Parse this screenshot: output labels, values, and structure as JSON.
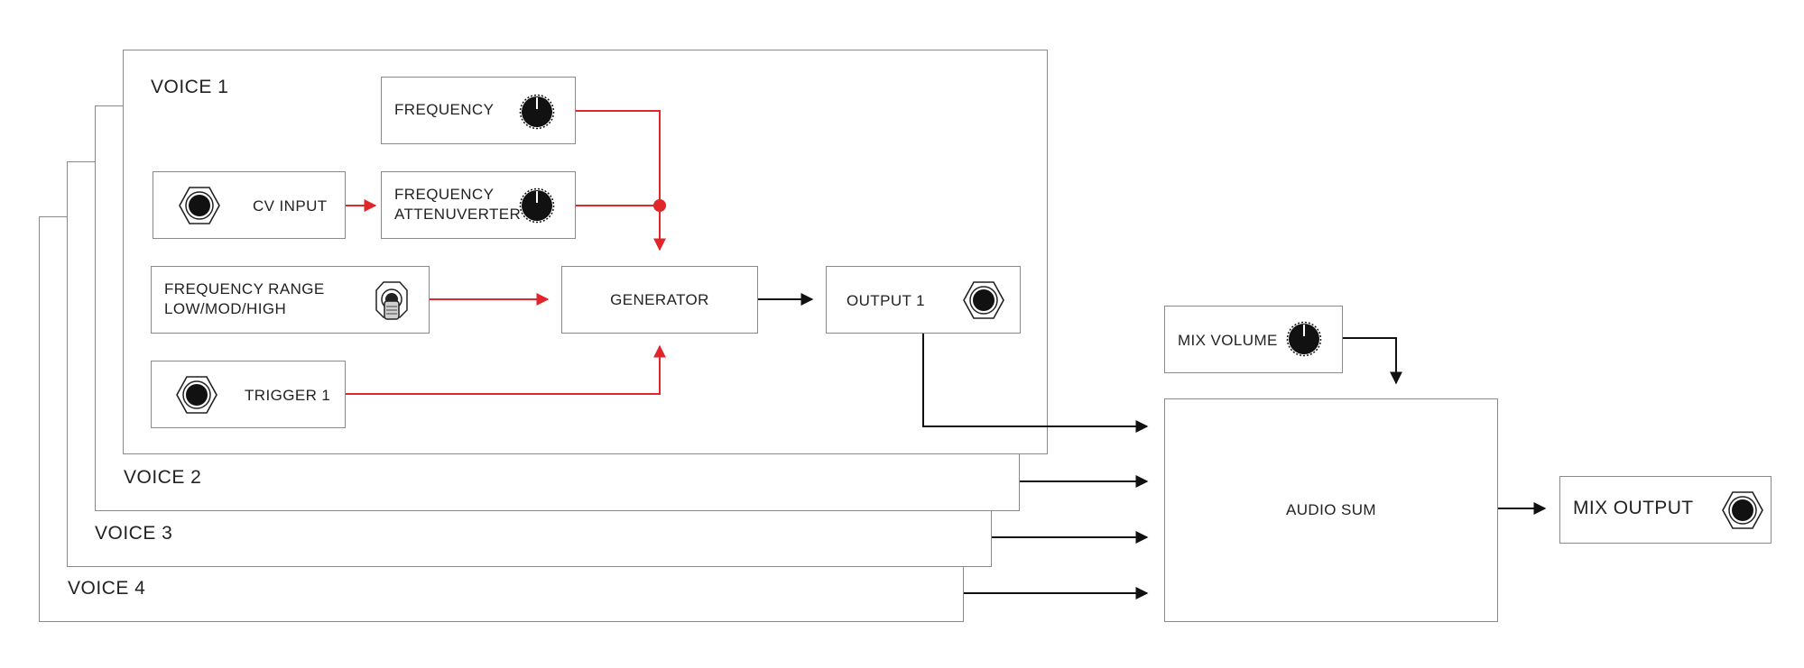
{
  "voices": [
    {
      "label": "VOICE 1"
    },
    {
      "label": "VOICE 2"
    },
    {
      "label": "VOICE 3"
    },
    {
      "label": "VOICE 4"
    }
  ],
  "modules": {
    "frequency": "FREQUENCY",
    "cv_input": "CV INPUT",
    "freq_attenuverter": "FREQUENCY\nATTENUVERTER",
    "freq_range": "FREQUENCY RANGE\nLOW/MOD/HIGH",
    "generator": "GENERATOR",
    "output_1": "OUTPUT 1",
    "trigger_1": "TRIGGER 1",
    "mix_volume": "MIX VOLUME",
    "audio_sum": "AUDIO SUM",
    "mix_output": "MIX OUTPUT"
  },
  "colors": {
    "cv_wire": "#e0262b",
    "audio_wire": "#111111",
    "border": "#8a8a8a"
  },
  "icons": [
    "knob-icon",
    "jack-icon",
    "toggle-switch-icon"
  ]
}
